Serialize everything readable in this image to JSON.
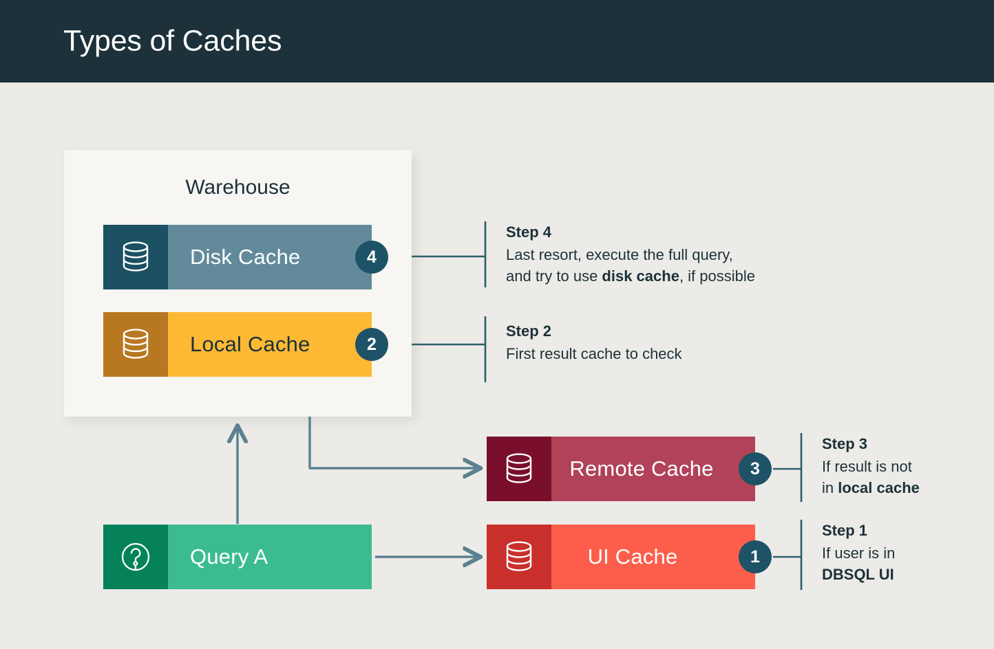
{
  "header": {
    "title": "Types of Caches"
  },
  "warehouse": {
    "title": "Warehouse"
  },
  "nodes": [
    {
      "id": "disk-cache",
      "label": "Disk Cache",
      "badge": "4",
      "icon": "database-icon",
      "icon_bg": "#1b5162",
      "body_bg": "#628a9b",
      "text_color": "#ffffff"
    },
    {
      "id": "local-cache",
      "label": "Local Cache",
      "badge": "2",
      "icon": "database-icon",
      "icon_bg": "#b87822",
      "body_bg": "#fdb933",
      "text_color": "#1c3139"
    },
    {
      "id": "remote-cache",
      "label": "Remote Cache",
      "badge": "3",
      "icon": "database-icon",
      "icon_bg": "#7a0f2b",
      "body_bg": "#b14259",
      "text_color": "#ffffff"
    },
    {
      "id": "ui-cache",
      "label": "UI Cache",
      "badge": "1",
      "icon": "database-icon",
      "icon_bg": "#c9302c",
      "body_bg": "#fc5e4b",
      "text_color": "#ffffff"
    },
    {
      "id": "query-a",
      "label": "Query A",
      "badge": "",
      "icon": "question-circle-icon",
      "icon_bg": "#05825a",
      "body_bg": "#3cbb91",
      "text_color": "#ffffff"
    }
  ],
  "steps": [
    {
      "id": "step-4",
      "title": "Step 4",
      "line1_pre": "Last resort, execute the full query,",
      "line2_pre": "and try to use ",
      "line2_bold": "disk cache",
      "line2_post": ", if possible"
    },
    {
      "id": "step-2",
      "title": "Step 2",
      "line1_pre": "First result cache to check",
      "line2_pre": "",
      "line2_bold": "",
      "line2_post": ""
    },
    {
      "id": "step-3",
      "title": "Step 3",
      "line1_pre": "If result is not",
      "line2_pre": "in ",
      "line2_bold": "local cache",
      "line2_post": ""
    },
    {
      "id": "step-1",
      "title": "Step 1",
      "line1_pre": "If user is in",
      "line2_pre": "",
      "line2_bold": "DBSQL UI",
      "line2_post": ""
    }
  ],
  "colors": {
    "page_bg": "#ecebe7",
    "panel_bg": "#f7f6f2",
    "header_bg": "#1c3139",
    "accent": "#1e5266",
    "wire": "#5b8090"
  }
}
